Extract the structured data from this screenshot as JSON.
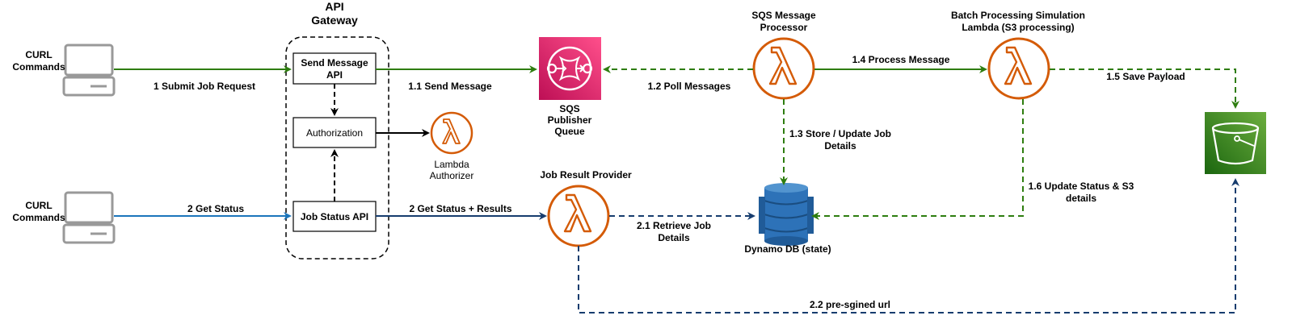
{
  "clients": {
    "top_label": [
      "CURL",
      "Commands"
    ],
    "bottom_label": [
      "CURL",
      "Commands"
    ]
  },
  "gateway": {
    "title": [
      "API",
      "Gateway"
    ],
    "send_message_api": [
      "Send Message",
      "API"
    ],
    "authorization": "Authorization",
    "job_status_api": "Job Status API"
  },
  "lambda_authorizer": {
    "label": [
      "Lambda",
      "Authorizer"
    ]
  },
  "sqs_queue": {
    "label": [
      "SQS",
      "Publisher",
      "Queue"
    ]
  },
  "sqs_processor": {
    "title": [
      "SQS Message",
      "Processor"
    ]
  },
  "batch_lambda": {
    "title": [
      "Batch  Processing Simulation",
      "Lambda (S3 processing)"
    ]
  },
  "job_result_provider": {
    "title": "Job Result Provider"
  },
  "dynamodb": {
    "label": "Dynamo DB (state)"
  },
  "flows": {
    "submit": "1 Submit Job Request",
    "send_message": "1.1 Send Message",
    "poll": "1.2 Poll Messages",
    "store_update": [
      "1.3 Store / Update Job",
      "Details"
    ],
    "process": "1.4  Process Message",
    "save_payload": "1.5 Save  Payload",
    "update_status": [
      "1.6  Update Status & S3",
      "details"
    ],
    "get_status": "2 Get Status",
    "get_status_results": "2 Get Status + Results",
    "retrieve": [
      "2.1 Retrieve  Job",
      "Details"
    ],
    "presigned": "2.2  pre-sgined url"
  },
  "colors": {
    "green": "#2e7d0f",
    "green_dash": "#2e7d0f",
    "blue": "#1b75bb",
    "navy": "#163c6e",
    "lambda_orange": "#d45b07",
    "sqs_pink": "#e7157b",
    "s3_green": "#3f8624",
    "dynamo_blue": "#2d72b8"
  }
}
